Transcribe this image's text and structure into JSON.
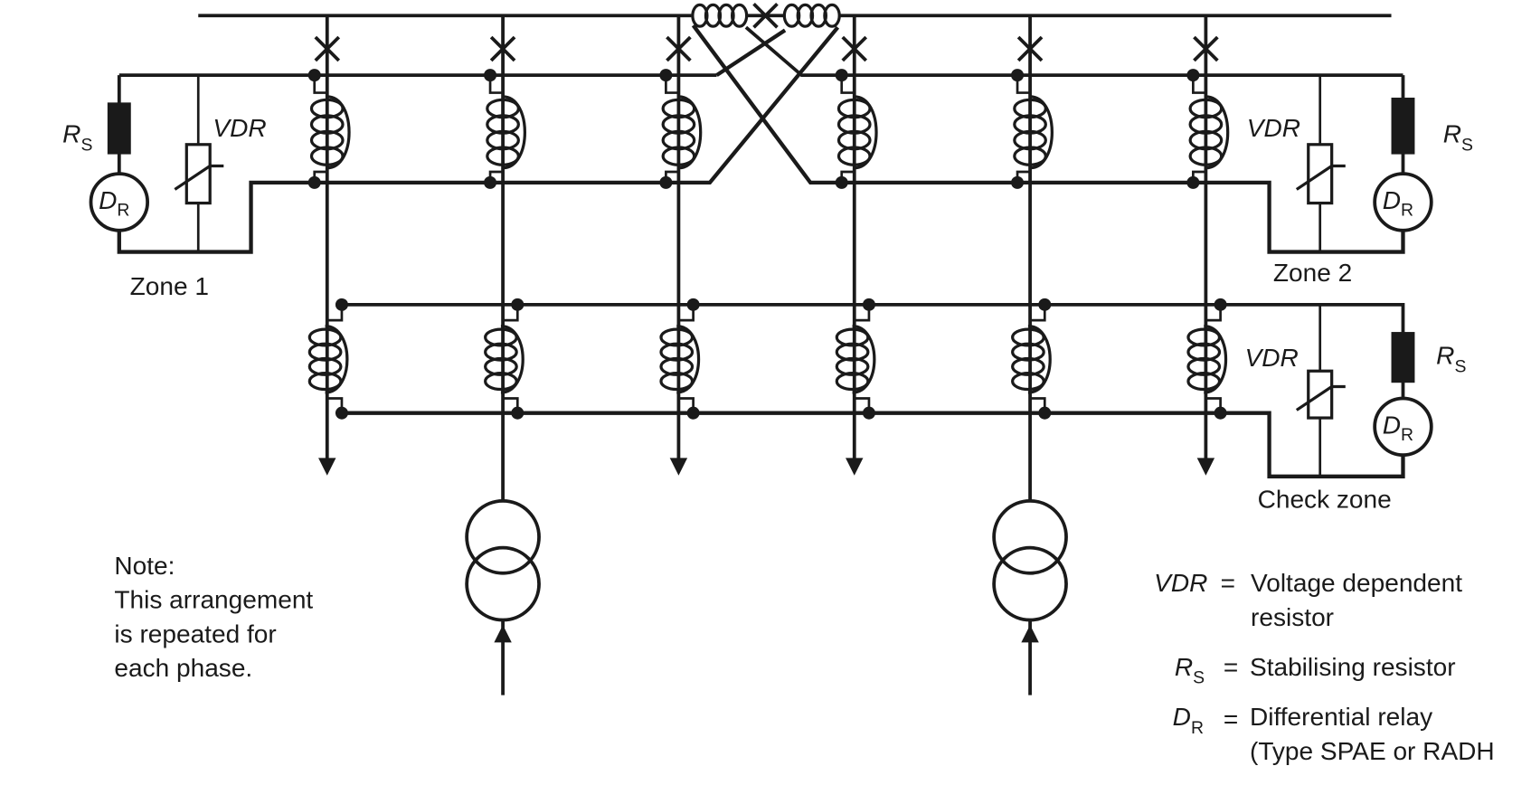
{
  "diagram": {
    "line_color": "#1a1a1a",
    "background": "#ffffff",
    "zones": {
      "zone1": "Zone 1",
      "zone2": "Zone 2",
      "check": "Check zone"
    },
    "component_labels": {
      "rs_main": "R",
      "rs_sub": "S",
      "dr_main": "D",
      "dr_sub": "R",
      "vdr": "VDR"
    },
    "note": {
      "lines": [
        "Note:",
        "This arrangement",
        "is repeated for",
        "each phase."
      ]
    },
    "legend": {
      "vdr_symbol": "VDR",
      "vdr_text_1": "Voltage dependent",
      "vdr_text_2": "resistor",
      "rs_text": "Stabilising resistor",
      "dr_text_1": "Differential relay",
      "dr_text_2": "(Type SPAE or RADH",
      "equals": "="
    }
  }
}
